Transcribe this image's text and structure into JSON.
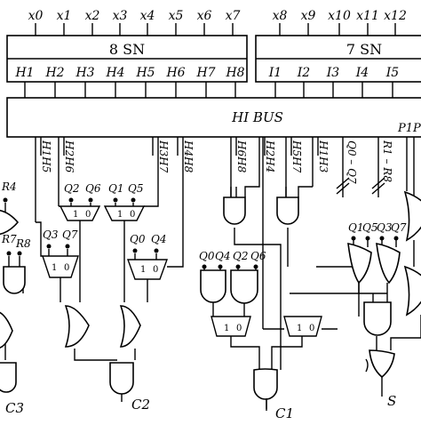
{
  "top_inputs": {
    "left": [
      "x0",
      "x1",
      "x2",
      "x3",
      "x4",
      "x5",
      "x6",
      "x7"
    ],
    "right": [
      "x8",
      "x9",
      "x10",
      "x11",
      "x12"
    ]
  },
  "sn_blocks": [
    {
      "label": "8 SN",
      "outputs": [
        "H1",
        "H2",
        "H3",
        "H4",
        "H5",
        "H6",
        "H7",
        "H8"
      ]
    },
    {
      "label": "7 SN",
      "outputs": [
        "I1",
        "I2",
        "I3",
        "I4",
        "I5"
      ]
    }
  ],
  "bus": {
    "label": "HI BUS",
    "edge_label": "P1P"
  },
  "bus_taps": [
    "H1H5",
    "H2H6",
    "H3H7",
    "H4H8",
    "H6H8",
    "H2H4",
    "H5H7",
    "H1H3"
  ],
  "bus_buses": [
    "Q0 – Q7",
    "R1 – R8"
  ],
  "register_labels": {
    "r4": "R4",
    "r7": "R7",
    "r8": "R8",
    "q2": "Q2",
    "q6": "Q6",
    "q1": "Q1",
    "q5": "Q5",
    "q3": "Q3",
    "q7": "Q7",
    "q0": "Q0",
    "q4": "Q4",
    "m_q0": "Q0",
    "m_q4": "Q4",
    "m_q2": "Q2",
    "m_q6": "Q6",
    "r_q1": "Q1",
    "r_q5": "Q5",
    "r_q3": "Q3",
    "r_q7": "Q7"
  },
  "mux_inputs": [
    "1",
    "0"
  ],
  "outputs": {
    "c3": "C3",
    "c2": "C2",
    "c1": "C1",
    "s": "S"
  }
}
